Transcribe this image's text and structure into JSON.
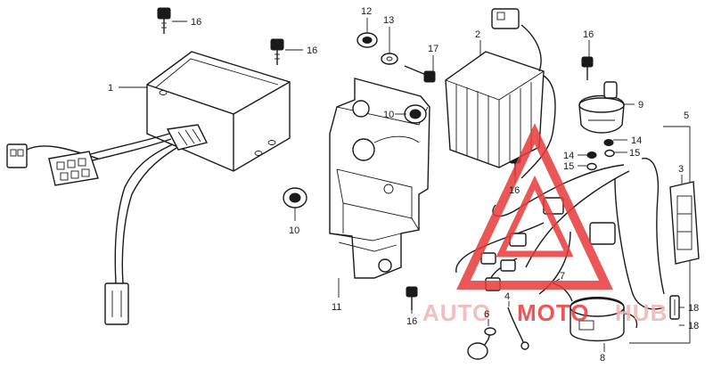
{
  "diagram": {
    "callouts": [
      "1",
      "2",
      "3",
      "4",
      "5",
      "6",
      "7",
      "8",
      "9",
      "10",
      "10",
      "11",
      "12",
      "13",
      "14",
      "14",
      "15",
      "15",
      "16",
      "16",
      "16",
      "16",
      "16",
      "17",
      "18",
      "18"
    ]
  },
  "watermark": {
    "text_left": "AUTO",
    "text_mid": "MOTO",
    "text_right": "HUB",
    "color_main": "#f2b3b3",
    "color_accent": "#e83a3a"
  }
}
